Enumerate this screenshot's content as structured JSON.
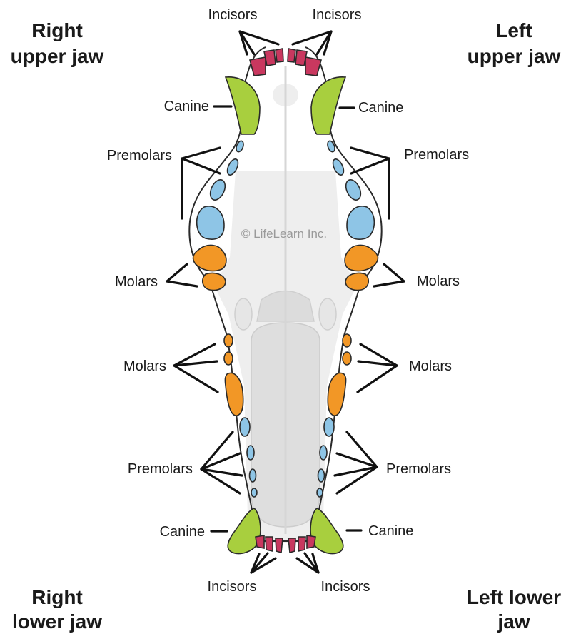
{
  "corner_labels": {
    "right_upper": [
      "Right",
      "upper jaw"
    ],
    "left_upper": [
      "Left",
      "upper jaw"
    ],
    "right_lower": [
      "Right",
      "lower jaw"
    ],
    "left_lower": [
      "Left lower",
      "jaw"
    ]
  },
  "tooth_labels": {
    "incisors": "Incisors",
    "canine": "Canine",
    "premolars": "Premolars",
    "molars": "Molars"
  },
  "watermark": "© LifeLearn Inc.",
  "colors": {
    "incisor": "#c9385f",
    "canine": "#a8cf3e",
    "premolar": "#8ec5e6",
    "molar": "#f29726",
    "outline": "#2a2a2a",
    "palate": "#eeeeee",
    "tongue": "#dedede"
  }
}
